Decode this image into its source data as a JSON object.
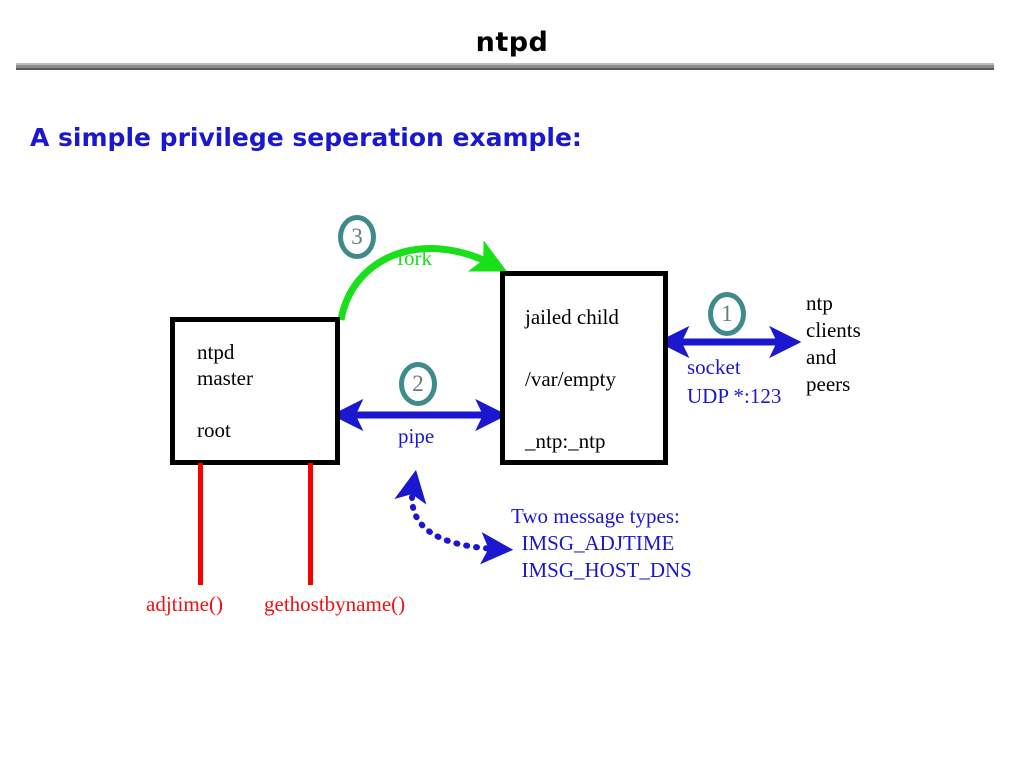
{
  "slide": {
    "title": "ntpd",
    "subtitle": "A simple privilege seperation example:"
  },
  "diagram": {
    "boxes": [
      {
        "name": "master-process",
        "text": "ntpd\nmaster\n\nroot"
      },
      {
        "name": "child-process",
        "text": "jailed child\n\n/var/empty\n\n_ntp:_ntp"
      }
    ],
    "steps": [
      {
        "number": "1",
        "label": "socket\nUDP *:123"
      },
      {
        "number": "2",
        "label": "pipe"
      },
      {
        "number": "3",
        "label": "fork"
      }
    ],
    "fork_label": "fork",
    "pipe_label": "pipe",
    "socket_label": "socket\nUDP *:123",
    "clients_label": "ntp\nclients\nand\npeers",
    "message_types": "Two message types:\n  IMSG_ADJTIME\n  IMSG_HOST_DNS",
    "syscalls": [
      {
        "name": "adjtime",
        "label": "adjtime()"
      },
      {
        "name": "gethostbyname",
        "label": "gethostbyname()"
      }
    ]
  },
  "colors": {
    "blue": "#1a17cf",
    "green": "#1ae01a",
    "red": "#ee1111",
    "teal": "#3f8a8a",
    "black": "#000000",
    "rule_gray": "#8c8c8c"
  }
}
